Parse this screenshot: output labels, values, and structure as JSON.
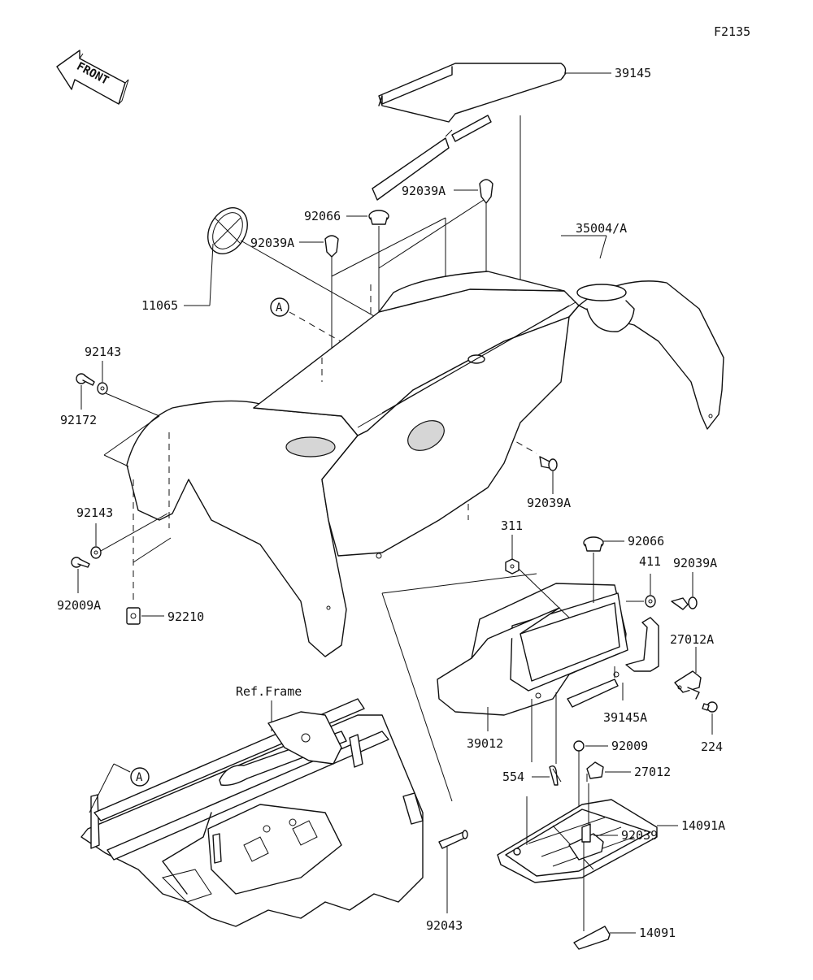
{
  "figure_code": "F2135",
  "front_arrow": {
    "label": "FRONT",
    "icon": "front-direction-arrow-icon"
  },
  "ref_frame_label": "Ref.Frame",
  "callouts": {
    "a_upper": "A",
    "a_lower": "A"
  },
  "parts": {
    "p39145": "39145",
    "p92039A_top": "92039A",
    "p92066_top": "92066",
    "p92039A_mid": "92039A",
    "p35004A": "35004/A",
    "p11065": "11065",
    "p92143_top": "92143",
    "p92172": "92172",
    "p92039A_right": "92039A",
    "p92143_low": "92143",
    "p92009A": "92009A",
    "p92210": "92210",
    "p311": "311",
    "p92066_low": "92066",
    "p411": "411",
    "p92039A_low": "92039A",
    "p27012A": "27012A",
    "p39145A": "39145A",
    "p224": "224",
    "p39012": "39012",
    "p92009": "92009",
    "p27012": "27012",
    "p554": "554",
    "p14091A": "14091A",
    "p92039": "92039",
    "p92043": "92043",
    "p14091": "14091"
  }
}
